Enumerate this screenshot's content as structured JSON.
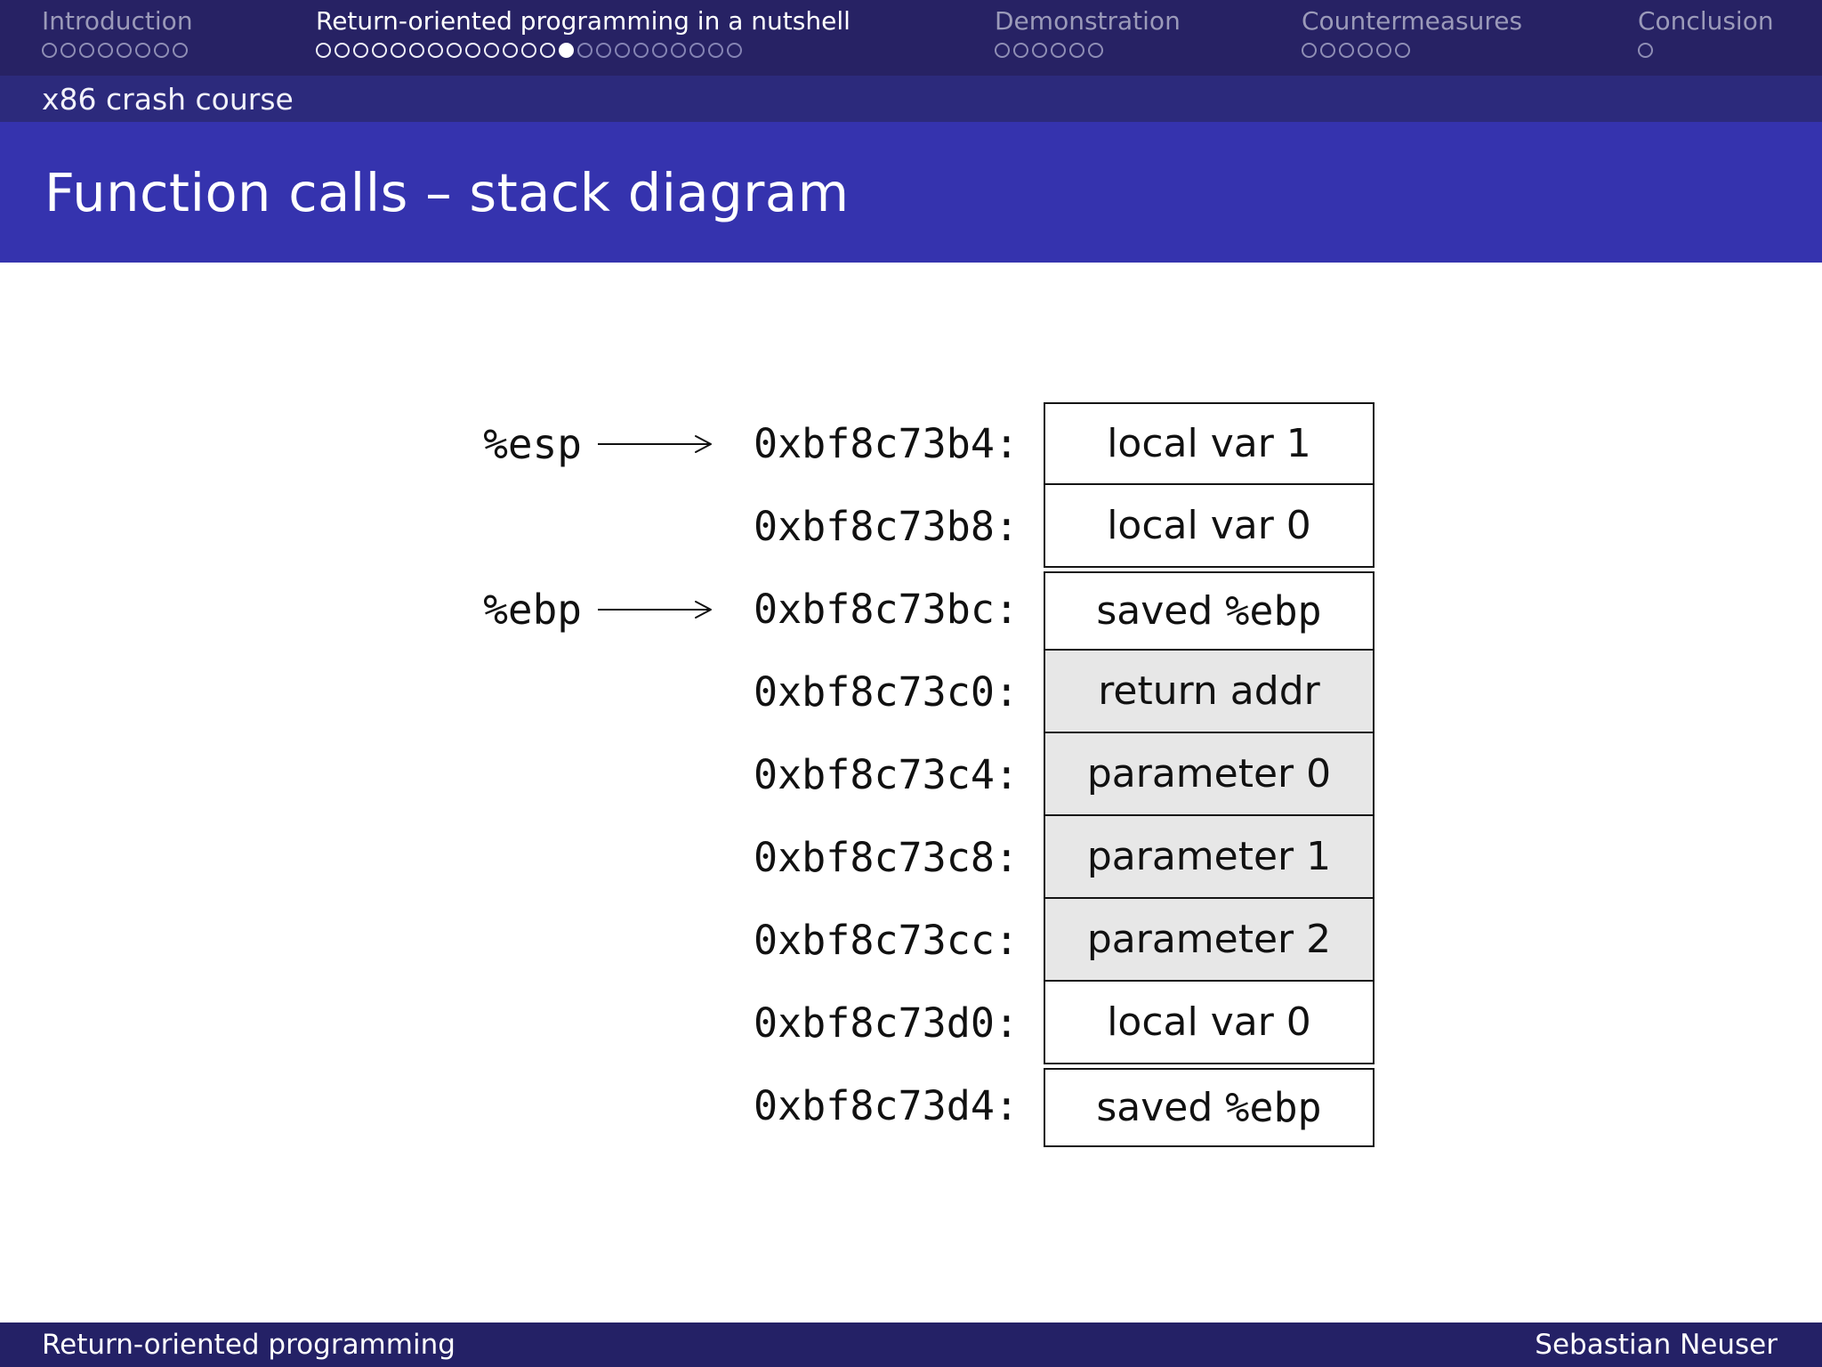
{
  "nav": {
    "sections": [
      {
        "label": "Introduction",
        "state": "past",
        "dots_total": 8,
        "current_dot": null
      },
      {
        "label": "Return-oriented programming in a nutshell",
        "state": "current",
        "dots_total": 23,
        "current_dot": 14
      },
      {
        "label": "Demonstration",
        "state": "future",
        "dots_total": 6,
        "current_dot": null
      },
      {
        "label": "Countermeasures",
        "state": "future",
        "dots_total": 6,
        "current_dot": null
      },
      {
        "label": "Conclusion",
        "state": "future",
        "dots_total": 1,
        "current_dot": null
      }
    ]
  },
  "subnav": {
    "label": "x86 crash course"
  },
  "header": {
    "title": "Function calls – stack diagram"
  },
  "diagram": {
    "rows": [
      {
        "register": "%esp",
        "address": "0xbf8c73b4:",
        "label": "local var 1",
        "shaded": false,
        "frame_start": false
      },
      {
        "register": null,
        "address": "0xbf8c73b8:",
        "label": "local var 0",
        "shaded": false,
        "frame_start": false
      },
      {
        "register": "%ebp",
        "address": "0xbf8c73bc:",
        "label": "saved %ebp",
        "shaded": false,
        "frame_start": true
      },
      {
        "register": null,
        "address": "0xbf8c73c0:",
        "label": "return addr",
        "shaded": true,
        "frame_start": false
      },
      {
        "register": null,
        "address": "0xbf8c73c4:",
        "label": "parameter 0",
        "shaded": true,
        "frame_start": false
      },
      {
        "register": null,
        "address": "0xbf8c73c8:",
        "label": "parameter 1",
        "shaded": true,
        "frame_start": false
      },
      {
        "register": null,
        "address": "0xbf8c73cc:",
        "label": "parameter 2",
        "shaded": true,
        "frame_start": false
      },
      {
        "register": null,
        "address": "0xbf8c73d0:",
        "label": "local var 0",
        "shaded": false,
        "frame_start": false
      },
      {
        "register": null,
        "address": "0xbf8c73d4:",
        "label": "saved %ebp",
        "shaded": false,
        "frame_start": true
      }
    ]
  },
  "footer": {
    "left": "Return-oriented programming",
    "right": "Sebastian Neuser"
  },
  "colors": {
    "topbar": "#272264",
    "subbar": "#2c2a7c",
    "titlebar": "#3533ae",
    "footerbar": "#242166",
    "nav_dimmed_text": "#9b9ab9",
    "nav_active_text": "#ffffff",
    "cell_shaded": "#e7e7e7",
    "cell_background": "#ffffff",
    "cell_border": "#141414"
  }
}
